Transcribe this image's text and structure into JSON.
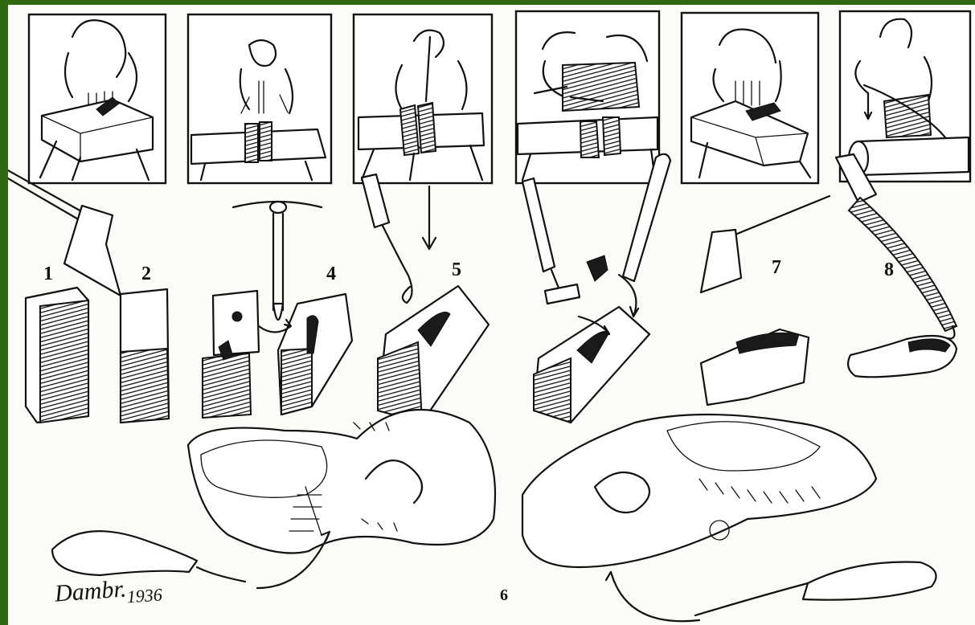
{
  "steps": {
    "labels": [
      "1",
      "2",
      "4",
      "5",
      "7",
      "8",
      "6"
    ]
  },
  "signature": {
    "name": "Dambr.",
    "year": "1936"
  },
  "colors": {
    "border": "#2f6a12",
    "paper": "#fbfbf8",
    "ink": "#111111"
  },
  "icons": [
    "axe-icon",
    "auger-icon",
    "spoon-bit-icon",
    "mallet-icon",
    "gouge-icon",
    "knife-icon",
    "clog-icon"
  ]
}
